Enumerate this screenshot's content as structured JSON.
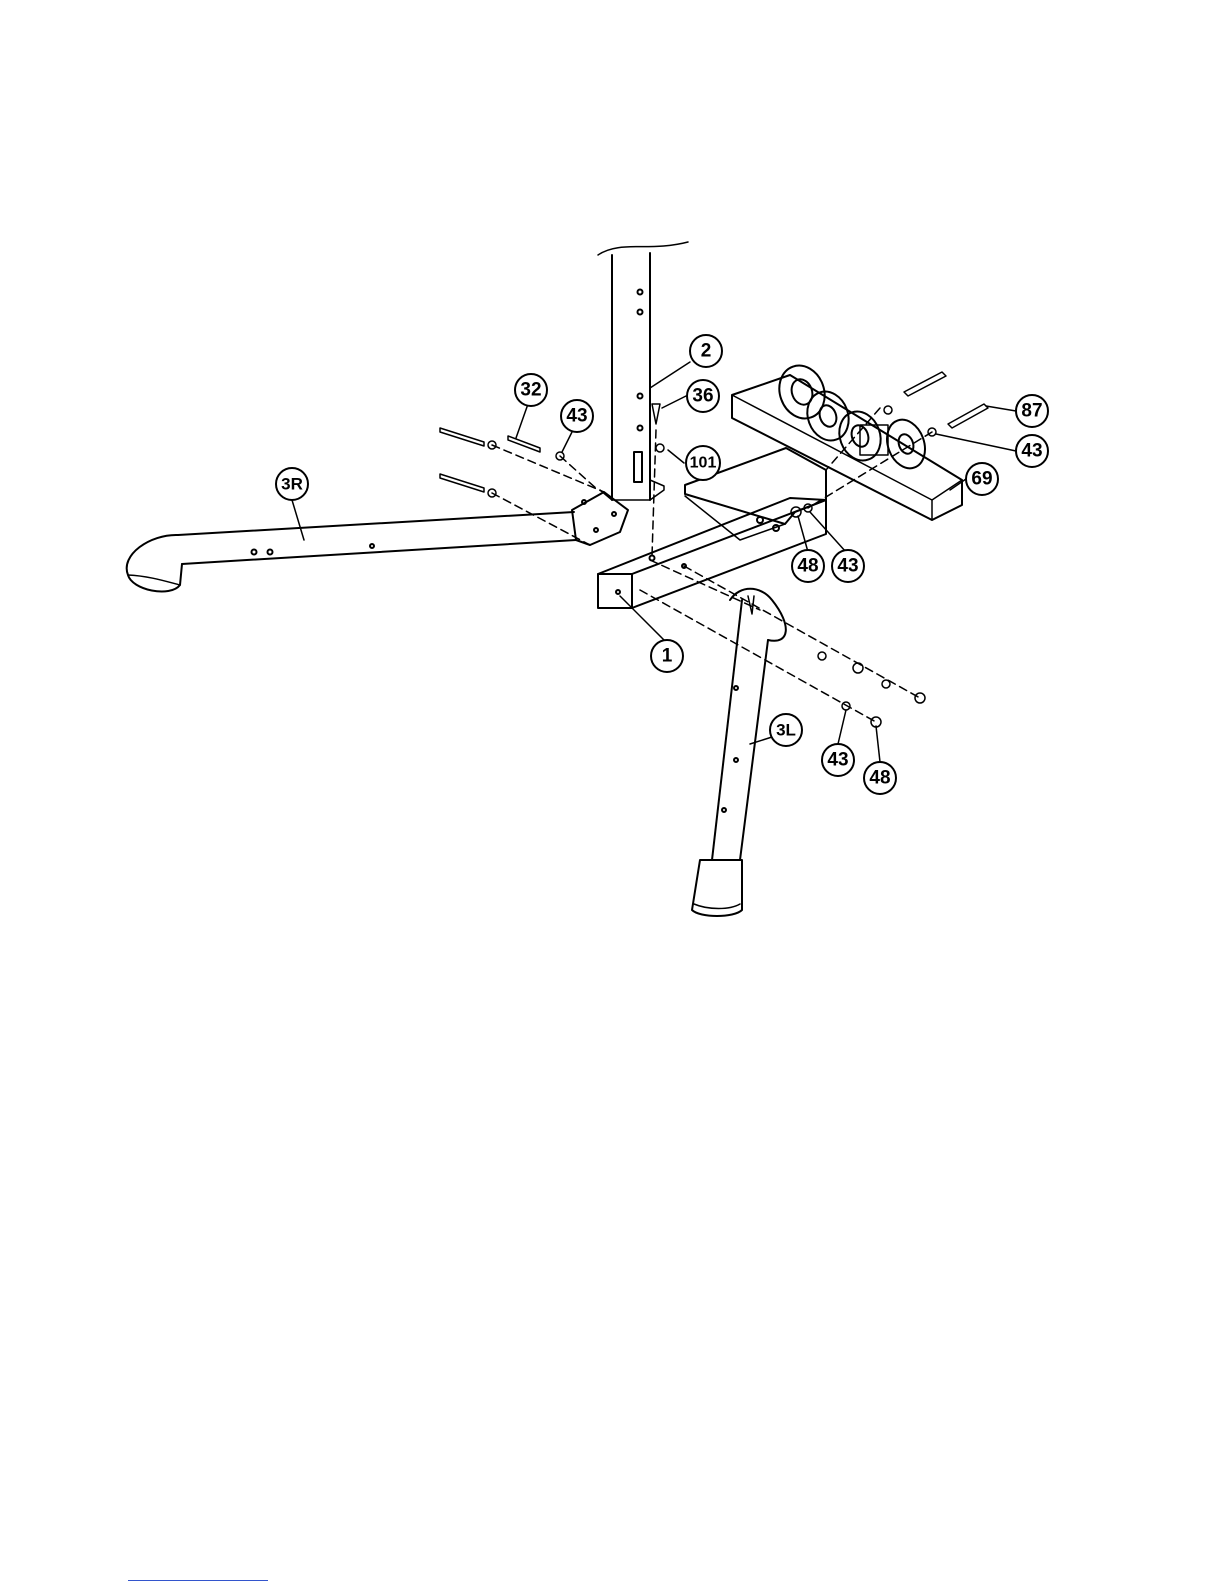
{
  "diagram": {
    "callouts": [
      {
        "id": "c-2",
        "label": "2"
      },
      {
        "id": "c-36",
        "label": "36"
      },
      {
        "id": "c-101",
        "label": "101"
      },
      {
        "id": "c-32",
        "label": "32"
      },
      {
        "id": "c-43a",
        "label": "43"
      },
      {
        "id": "c-87",
        "label": "87"
      },
      {
        "id": "c-43b",
        "label": "43"
      },
      {
        "id": "c-69",
        "label": "69"
      },
      {
        "id": "c-3r",
        "label": "3R"
      },
      {
        "id": "c-48a",
        "label": "48"
      },
      {
        "id": "c-43c",
        "label": "43"
      },
      {
        "id": "c-1",
        "label": "1"
      },
      {
        "id": "c-3l",
        "label": "3L"
      },
      {
        "id": "c-43d",
        "label": "43"
      },
      {
        "id": "c-48b",
        "label": "48"
      }
    ]
  }
}
